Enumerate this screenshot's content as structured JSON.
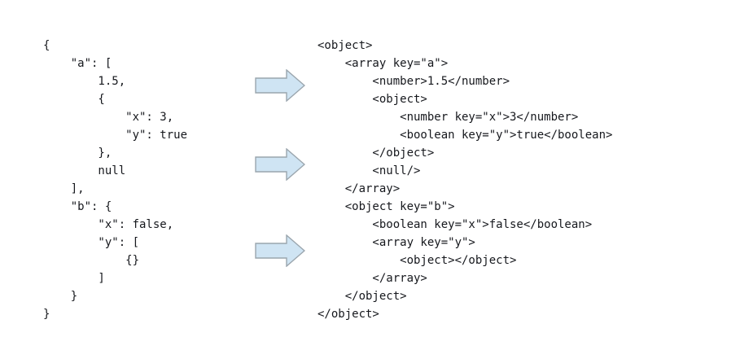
{
  "figure": {
    "background_color": "#ffffff",
    "text_color": "#16181d"
  },
  "json_panel": {
    "name": "json-source",
    "lines": [
      "{",
      "    \"a\": [",
      "        1.5,",
      "        {",
      "            \"x\": 3,",
      "            \"y\": true",
      "        },",
      "        null",
      "    ],",
      "    \"b\": {",
      "        \"x\": false,",
      "        \"y\": [",
      "            {}",
      "        ]",
      "    }",
      "}"
    ]
  },
  "xml_panel": {
    "name": "xml-result",
    "lines": [
      "<object>",
      "    <array key=\"a\">",
      "        <number>1.5</number>",
      "        <object>",
      "            <number key=\"x\">3</number>",
      "            <boolean key=\"y\">true</boolean>",
      "        </object>",
      "        <null/>",
      "    </array>",
      "    <object key=\"b\">",
      "        <boolean key=\"x\">false</boolean>",
      "        <array key=\"y\">",
      "            <object></object>",
      "        </array>",
      "    </object>",
      "</object>"
    ]
  },
  "arrows": {
    "count": 3,
    "direction": "right",
    "fill_color": "#cfe4f3",
    "border_color": "#9aa5ad",
    "items": [
      {
        "label": ""
      },
      {
        "label": ""
      },
      {
        "label": ""
      }
    ]
  }
}
